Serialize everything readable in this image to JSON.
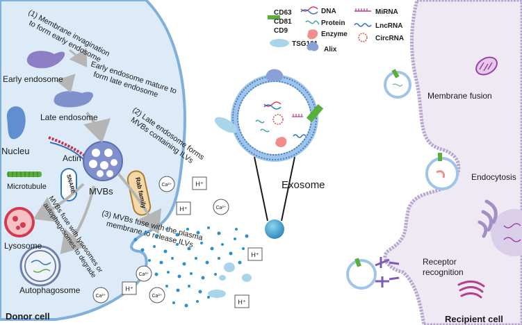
{
  "donor": {
    "step1": [
      "(1) Membrane invagination",
      "to form early endosome"
    ],
    "early_endosome": "Early endosome",
    "mature": [
      "Early endosome mature to",
      "form late endosome"
    ],
    "late_endosome": "Late endosome",
    "nucleu": "Nucleu",
    "actin": "Actin",
    "step2": [
      "(2) Late endosome forms",
      "MVBs containing ILVs"
    ],
    "microtubule": "Microtubule",
    "snare": "SNARE",
    "mvbs": "MVBs",
    "rab": "Rab family",
    "fuse_lyso": [
      "MVBs fuse with lysosomes or",
      "autophagosomes to degrade"
    ],
    "step3": [
      "(3) MVBs fuse with the plasma",
      "membrane to release ILVs"
    ],
    "lysosome": "Lysosome",
    "autophagosome": "Autophagosome",
    "donor_cell": "Donor cell"
  },
  "ions": {
    "ca": "Ca²⁺",
    "h": "H⁺"
  },
  "legend": {
    "cd63": "CD63",
    "cd81": "CD81",
    "cd9": "CD9",
    "tsg101": "TSG101",
    "dna": "DNA",
    "protein": "Protein",
    "enzyme": "Enzyme",
    "alix": "Alix",
    "mirna": "MiRNA",
    "lncrna": "LncRNA",
    "circrna": "CircRNA"
  },
  "exosome": "Exosome",
  "recipient": {
    "membrane_fusion": "Membrane fusion",
    "endocytosis": "Endocytosis",
    "receptor": [
      "Receptor",
      "recognition"
    ],
    "recipient_cell": "Recipient cell"
  },
  "colors": {
    "cell_fill": "#dcebf7",
    "membrane": "#2f6fb3",
    "vesicle": "#9ec4ea",
    "exosome_ring": "#4a7fc1",
    "recipient_fill": "#efe9f4",
    "recipient_membrane": "#b7a6cf",
    "enzyme": "#f08c8c",
    "mirna": "#b4418e",
    "lncrna": "#2b74c8",
    "circrna": "#e24a3b",
    "protein_green": "#5aaf3b",
    "alix": "#8aa1d8",
    "tsg": "#a9d4ea"
  }
}
